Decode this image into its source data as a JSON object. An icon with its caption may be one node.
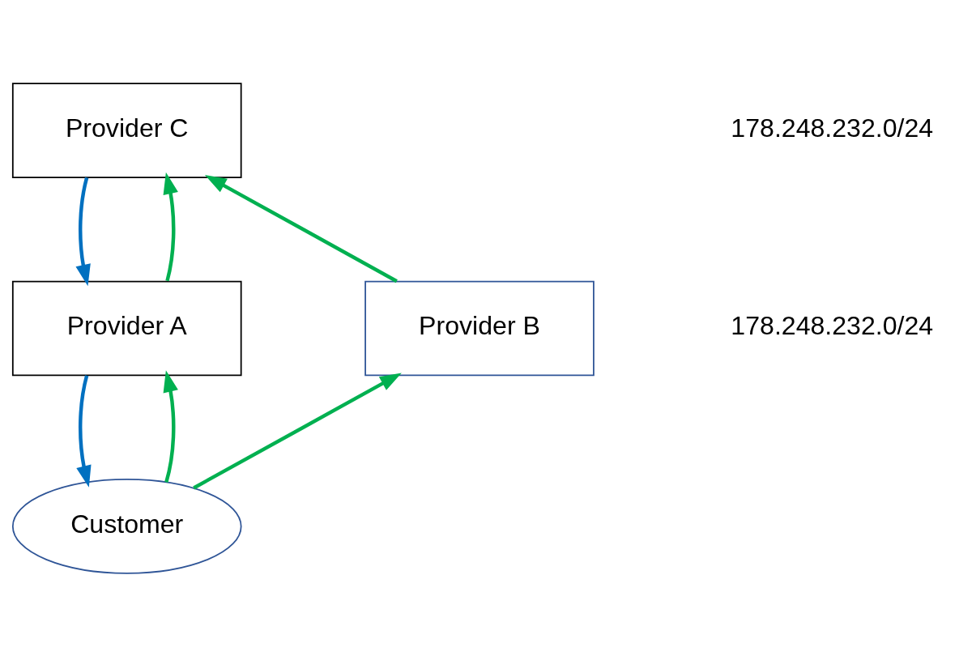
{
  "diagram": {
    "nodes": [
      {
        "text": [
          "Provider C"
        ]
      },
      {
        "text": [
          "Provider A"
        ]
      },
      {
        "text": [
          "Provider B"
        ]
      },
      {
        "text": [
          "Customer"
        ]
      }
    ],
    "edges": [
      {
        "from": 1,
        "to": 0,
        "arrow": "to"
      },
      {
        "from": 0,
        "to": 1,
        "arrow": "to",
        "color": "#0070c0"
      },
      {
        "from": 3,
        "to": 1,
        "arrow": "to"
      },
      {
        "from": 1,
        "to": 3,
        "arrow": "to",
        "color": "#0070c0"
      },
      {
        "from": 3,
        "to": 2,
        "arrow": "to"
      },
      {
        "from": 2,
        "to": 0,
        "arrow": "to"
      }
    ],
    "labels": [
      "178.248.232.0/24",
      "178.248.232.0/24"
    ]
  }
}
